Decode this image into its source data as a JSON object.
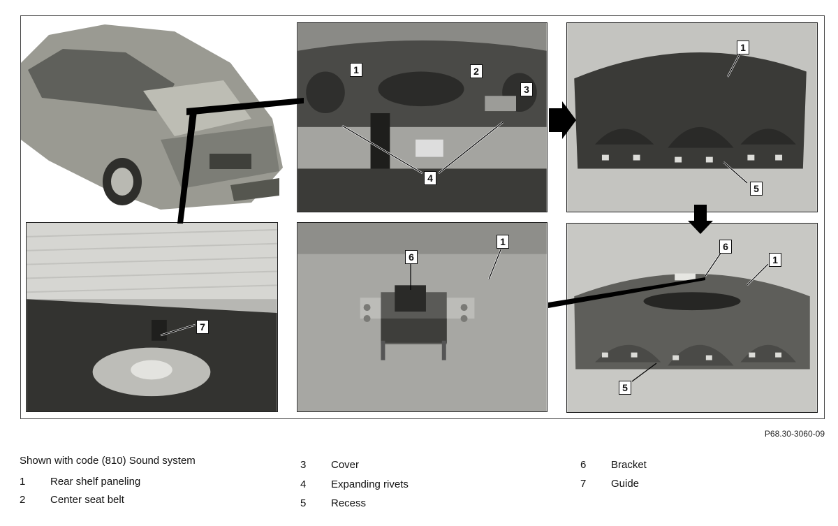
{
  "figure_code": "P68.30-3060-09",
  "legend_title": "Shown with code (810) Sound system",
  "legend": [
    {
      "num": "1",
      "label": "Rear shelf paneling"
    },
    {
      "num": "2",
      "label": "Center seat belt"
    },
    {
      "num": "3",
      "label": "Cover"
    },
    {
      "num": "4",
      "label": "Expanding rivets"
    },
    {
      "num": "5",
      "label": "Recess"
    },
    {
      "num": "6",
      "label": "Bracket"
    },
    {
      "num": "7",
      "label": "Guide"
    }
  ],
  "callouts": {
    "p2_1": "1",
    "p2_2": "2",
    "p2_3": "3",
    "p2_4": "4",
    "p3_1": "1",
    "p3_5": "5",
    "p5_6": "6",
    "p5_1": "1",
    "p6_6": "6",
    "p6_1": "1",
    "p6_5": "5",
    "p4_7": "7"
  }
}
